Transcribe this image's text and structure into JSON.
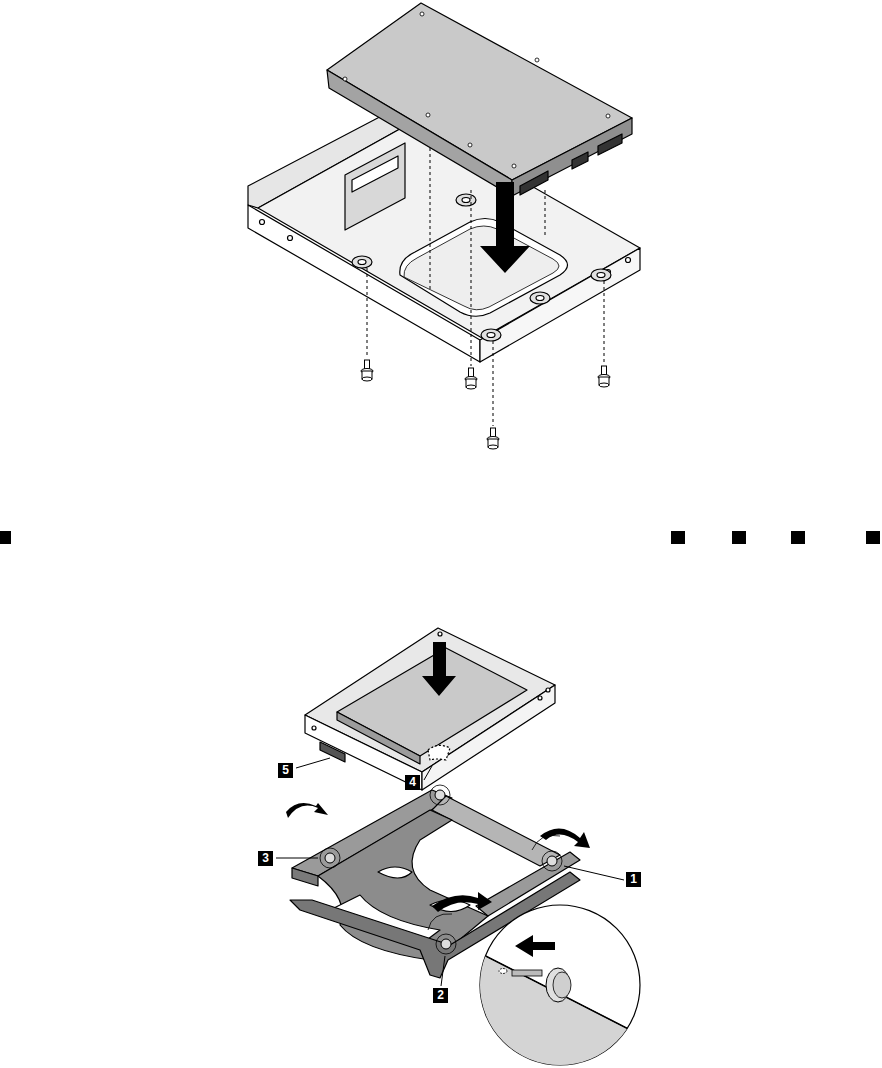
{
  "diagram": {
    "labels": [
      "5",
      "4",
      "3",
      "1",
      "2"
    ]
  }
}
